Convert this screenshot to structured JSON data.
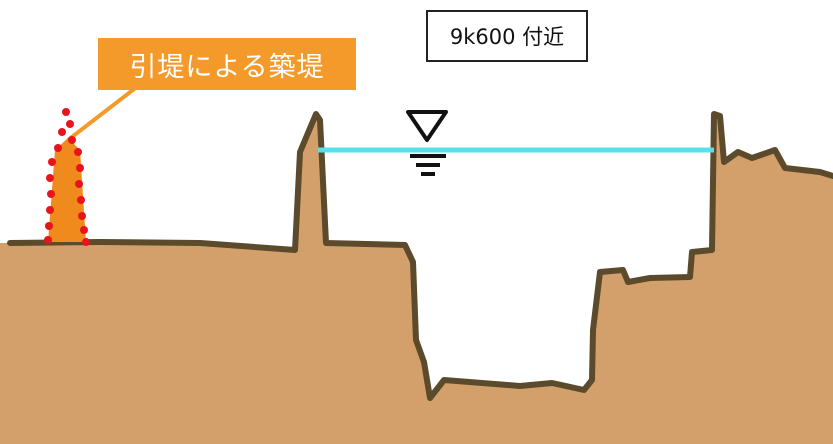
{
  "location_label": "9k600 付近",
  "callout_label": "引堤による築堤",
  "colors": {
    "ground": "#d3a06c",
    "ground_outline": "#5b4a2b",
    "water_line": "#57e0e8",
    "callout_fill": "#f39a2a",
    "levee_fill": "#f08a1c",
    "levee_dots": "#e8141c"
  },
  "icons": [
    "water-level-symbol"
  ]
}
